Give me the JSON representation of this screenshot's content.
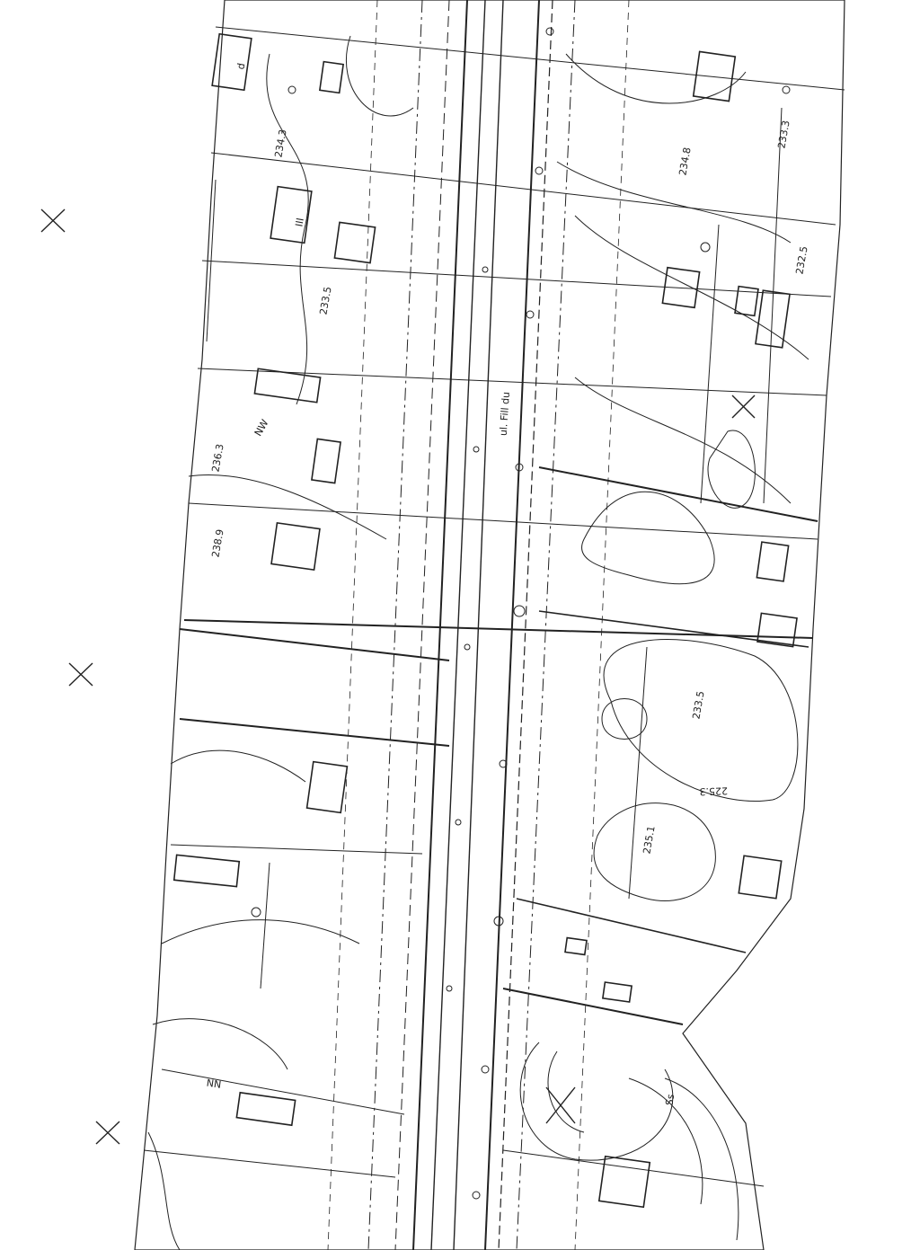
{
  "map": {
    "colors": {
      "paper": "#ffffff",
      "ink": "#222222",
      "faint": "#666666"
    },
    "labels": {
      "elev_1": "225.3",
      "elev_2": "233.5",
      "elev_3": "235.1",
      "elev_4": "234.3",
      "elev_5": "233.5",
      "elev_6": "233.3",
      "elev_7": "232.5",
      "elev_8": "234.8",
      "elev_9": "236.3",
      "elev_10": "238.9",
      "code_1": "NW",
      "code_2": "NN",
      "code_3": "Ss",
      "code_4": "III",
      "code_5": "d",
      "street": "ul. Fill du"
    },
    "icons": [
      "survey-cross-icon",
      "manhole-icon",
      "house-icon"
    ]
  }
}
